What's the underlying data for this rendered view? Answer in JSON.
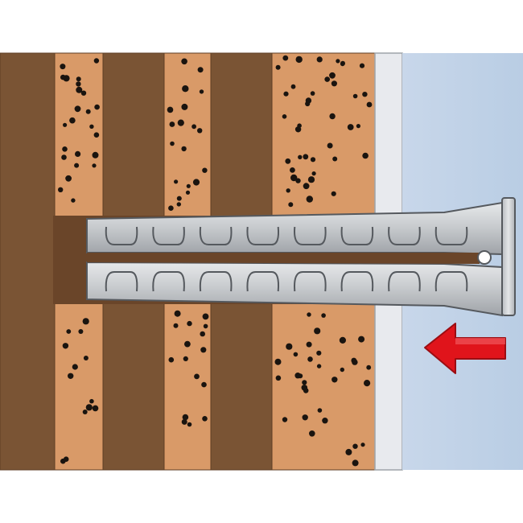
{
  "colors": {
    "background": "#ffffff",
    "masonry_dark": "#7a5434",
    "masonry_dark_edge": "#5e3e24",
    "porous_brick": "#d99a68",
    "pore_dot": "#1a140f",
    "plaster": "#e8eaee",
    "air": "#c3d4e8",
    "plug": "#c9cccf",
    "plug_shade": "#a9adb1",
    "plug_outline": "#55595e",
    "arrow": "#e0141b",
    "arrow_outline": "#9b0d12",
    "drill_hole": "#6a4529"
  },
  "icons": {
    "plug": "wall-plug-icon",
    "arrow": "insertion-arrow-icon"
  },
  "scene": {
    "masonry_layers": [
      "dark-web",
      "porous-brick",
      "dark-web",
      "porous-brick",
      "dark-web",
      "porous-brick"
    ],
    "wall_elements": [
      "drill-hole",
      "plaster-layer",
      "air-gap"
    ],
    "plug_ribs": 8,
    "insertion_direction": "left"
  }
}
